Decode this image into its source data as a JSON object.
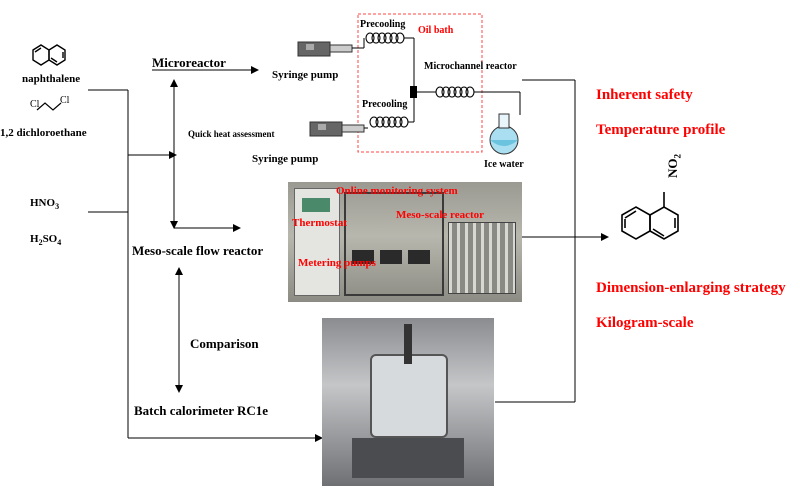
{
  "reagents": {
    "naphthalene": "naphthalene",
    "dichloroethane": "1,2 dichloroethane",
    "dichloro_cl_top": "Cl",
    "dichloro_cl_bottom": "Cl",
    "hno3": "HNO",
    "hno3_sub": "3",
    "h2so4": "H",
    "h2so4_sub1": "2",
    "h2so4_mid": "SO",
    "h2so4_sub2": "4"
  },
  "micro_setup": {
    "microreactor": "Microreactor",
    "syringe_pump_top": "Syringe pump",
    "syringe_pump_bottom": "Syringe pump",
    "precooling_top": "Precooling",
    "precooling_bottom": "Precooling",
    "oil_bath": "Oil bath",
    "microchannel_reactor": "Microchannel reactor",
    "quick_heat": "Quick heat assessment",
    "ice_water": "Ice water"
  },
  "meso_setup": {
    "meso_reactor_label": "Meso-scale flow reactor",
    "online_monitoring": "Online monitoring system",
    "thermostat": "Thermostat",
    "meso_scale_reactor": "Meso-scale reactor",
    "metering_pumps": "Metering pumps"
  },
  "batch": {
    "comparison": "Comparison",
    "batch_calorimeter": "Batch calorimeter RC1e"
  },
  "product": {
    "no2": "NO",
    "no2_sub": "2"
  },
  "outcomes": {
    "inherent_safety": "Inherent safety",
    "temperature_profile": "Temperature profile",
    "dimension_strategy": "Dimension-enlarging strategy",
    "kilogram_scale": "Kilogram-scale"
  },
  "colors": {
    "accent_red": "#ff0000",
    "line": "#000000"
  }
}
